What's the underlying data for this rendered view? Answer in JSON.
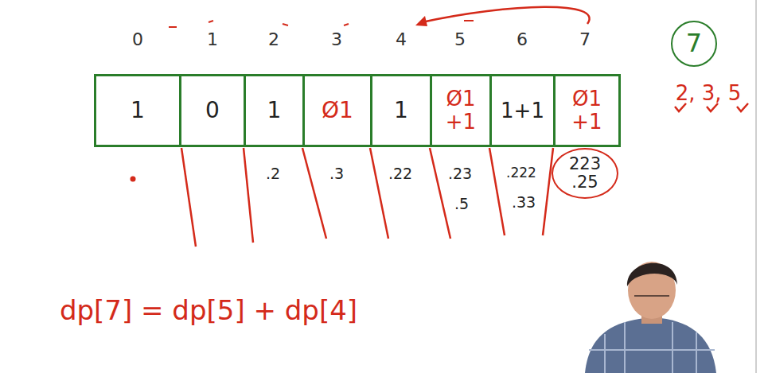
{
  "diagram": {
    "nodes": [
      {
        "text": [
          "1"
        ]
      },
      {
        "text": [
          "0"
        ]
      },
      {
        "text": [
          "1"
        ]
      },
      {
        "text": [
          "Ø1"
        ]
      },
      {
        "text": [
          "1"
        ]
      },
      {
        "text": [
          "Ø1",
          "+1"
        ]
      },
      {
        "text": [
          "1+1"
        ]
      },
      {
        "text": [
          "Ø1",
          "+1"
        ]
      },
      {
        "text": [
          "223",
          ".25"
        ]
      },
      {
        "text": [
          "7"
        ]
      }
    ],
    "labels": [
      "0",
      "1",
      "2",
      "3",
      "4",
      "5",
      "6",
      "7",
      ".2",
      ".3",
      ".22",
      ".23",
      ".5",
      ".222",
      ".33",
      "2, 3, 5",
      "dp[7] = dp[5] + dp[4]"
    ]
  }
}
